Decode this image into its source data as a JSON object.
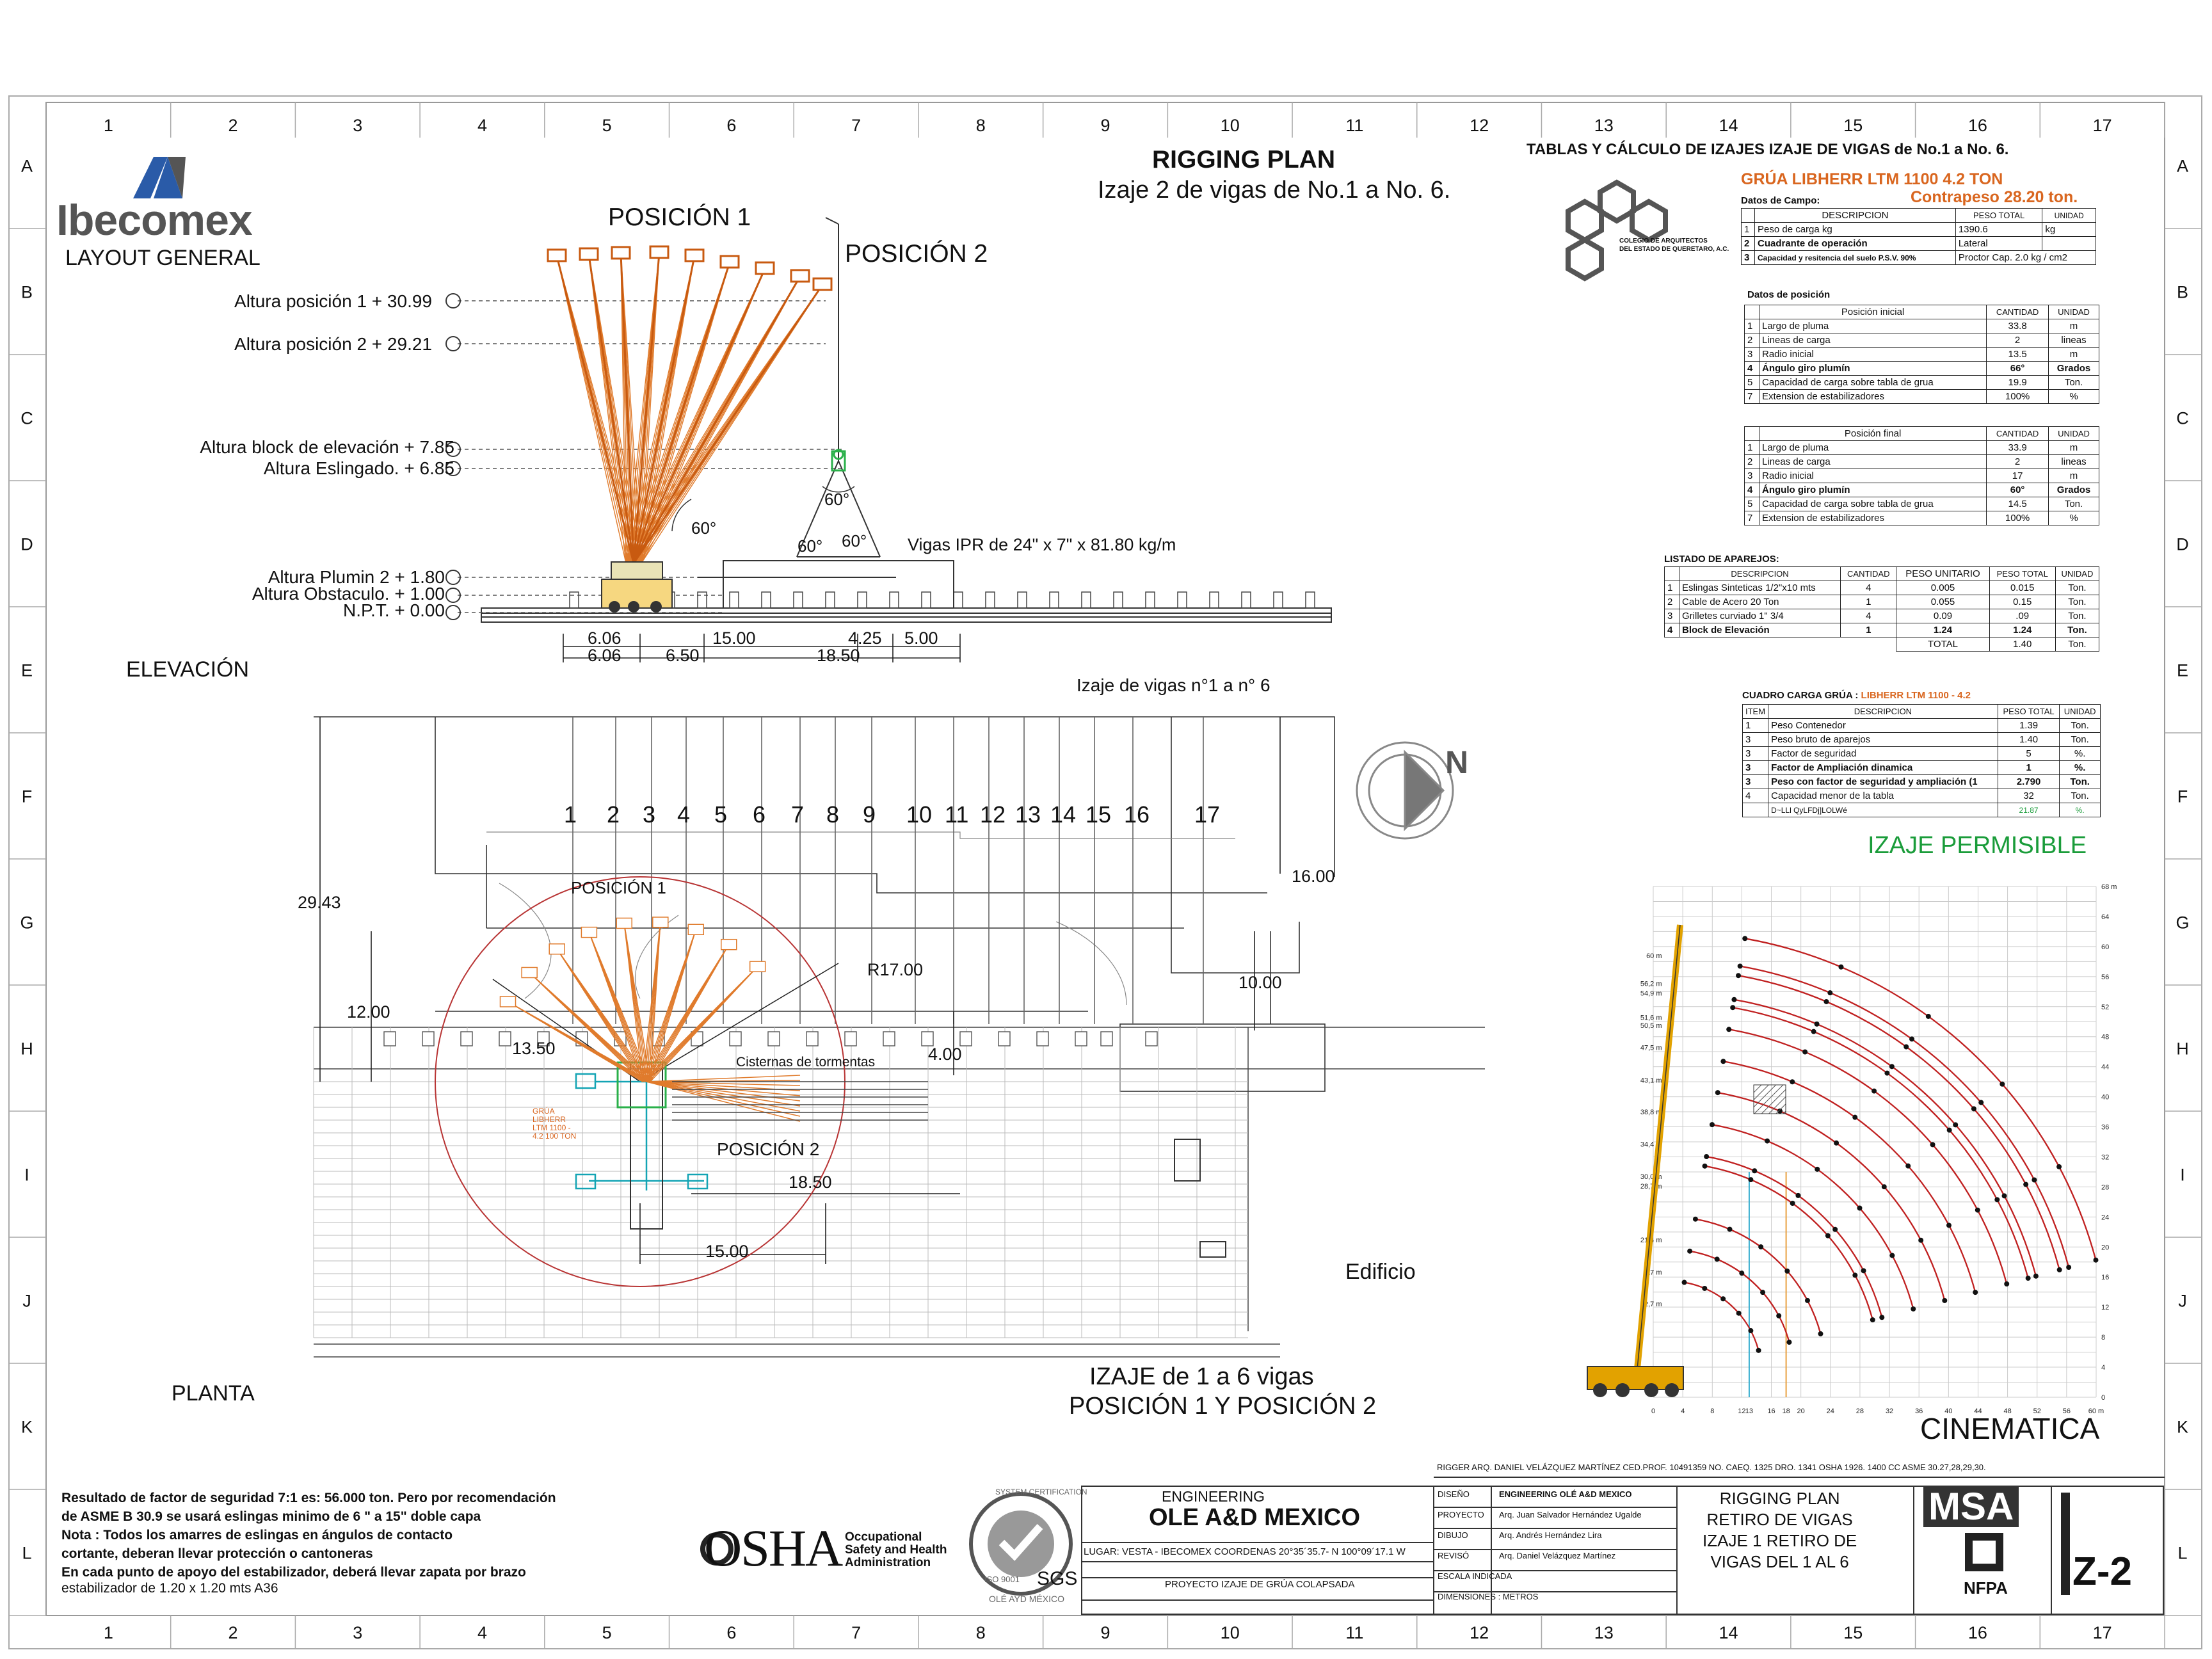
{
  "grid": {
    "cols": [
      "1",
      "2",
      "3",
      "4",
      "5",
      "6",
      "7",
      "8",
      "9",
      "10",
      "11",
      "12",
      "13",
      "14",
      "15",
      "16",
      "17"
    ],
    "rows": [
      "A",
      "B",
      "C",
      "D",
      "E",
      "F",
      "G",
      "H",
      "I",
      "J",
      "K",
      "L"
    ]
  },
  "header": {
    "title": "RIGGING PLAN",
    "subtitle": "Izaje 2 de vigas de No.1 a No. 6.",
    "brand": "Ibecomex",
    "layout": "LAYOUT GENERAL",
    "tables_title": "TABLAS Y CÁLCULO DE IZAJES IZAJE DE VIGAS  de No.1 a No. 6."
  },
  "elevation": {
    "label": "ELEVACIÓN",
    "pos1": "POSICIÓN 1",
    "pos2": "POSICIÓN 2",
    "levels": [
      "Altura posición 1 + 30.99",
      "Altura posición 2 + 29.21",
      "Altura block de elevación + 7.85",
      "Altura Eslingado. + 6.85",
      "Altura Plumin 2  + 1.80",
      "Altura Obstaculo. + 1.00",
      "N.P.T. + 0.00"
    ],
    "angles": [
      "60°",
      "60°",
      "60°",
      "60°"
    ],
    "beams": "Vigas IPR de 24\" x 7\" x 81.80 kg/m",
    "dims": [
      "6.06",
      "15.00",
      "4.25",
      "5.00",
      "6.06",
      "6.50",
      "18.50"
    ]
  },
  "plan": {
    "label": "PLANTA",
    "title": "Izaje de vigas n°1  a  n° 6",
    "beam_numbers": [
      "1",
      "2",
      "3",
      "4",
      "5",
      "6",
      "7",
      "8",
      "9",
      "10",
      "11",
      "12",
      "13",
      "14",
      "15",
      "16",
      "17"
    ],
    "pos1": "POSICIÓN 1",
    "pos2": "POSICIÓN 2",
    "cisterns": "Cisternas de tormentas",
    "dims": [
      "29.43",
      "16.00",
      "12.00",
      "10.00",
      "R17.00",
      "13.50",
      "4.00",
      "18.50",
      "15.00"
    ],
    "crane_label": "GRÚA LIBHERR LTM 1100 - 4.2 100 TON",
    "building": "Edificio",
    "north": "N",
    "bottom_title": [
      "IZAJE de 1 a 6 vigas",
      "POSICIÓN 1 Y POSICIÓN 2"
    ]
  },
  "crane": {
    "model": "GRÚA LIBHERR  LTM 1100 4.2 TON",
    "counterweight": "Contrapeso 28.20 ton."
  },
  "campo": {
    "label": "Datos de Campo:",
    "headers": [
      "DESCRIPCION",
      "PESO TOTAL",
      "UNIDAD"
    ],
    "rows": [
      [
        "1",
        "Peso de carga kg",
        "1390.6",
        "kg"
      ],
      [
        "2",
        "Cuadrante de operación",
        "Lateral",
        ""
      ],
      [
        "3",
        "Capacidad y resitencia del suelo  P.S.V.  90%",
        "Proctor Cap. 2.0 kg / cm2",
        ""
      ]
    ]
  },
  "posicion_label": "Datos de  posición",
  "pos_inicial": {
    "headers": [
      "Posición inicial",
      "CANTIDAD",
      "UNIDAD"
    ],
    "rows": [
      [
        "1",
        "Largo de pluma",
        "33.8",
        "m"
      ],
      [
        "2",
        "Lineas de carga",
        "2",
        "lineas"
      ],
      [
        "3",
        "Radio inicial",
        "13.5",
        "m"
      ],
      [
        "4",
        "Ángulo giro plumín",
        "66°",
        "Grados"
      ],
      [
        "5",
        "Capacidad de carga sobre tabla de grua",
        "19.9",
        "Ton."
      ],
      [
        "7",
        "Extension de estabilizadores",
        "100%",
        "%"
      ]
    ]
  },
  "pos_final": {
    "headers": [
      "Posición final",
      "CANTIDAD",
      "UNIDAD"
    ],
    "rows": [
      [
        "1",
        "Largo de pluma",
        "33.9",
        "m"
      ],
      [
        "2",
        "Lineas de carga",
        "2",
        "lineas"
      ],
      [
        "3",
        "Radio inicial",
        "17",
        "m"
      ],
      [
        "4",
        "Ángulo giro plumín",
        "60°",
        "Grados"
      ],
      [
        "5",
        "Capacidad de carga sobre tabla de grua",
        "14.5",
        "Ton."
      ],
      [
        "7",
        "Extension de estabilizadores",
        "100%",
        "%"
      ]
    ]
  },
  "aparejos": {
    "label": "LISTADO DE APAREJOS:",
    "headers": [
      "DESCRIPCION",
      "CANTIDAD",
      "PESO UNITARIO",
      "PESO TOTAL",
      "UNIDAD"
    ],
    "rows": [
      [
        "1",
        "Eslingas Sinteticas 1/2\"x10 mts",
        "4",
        "0.005",
        "0.015",
        "Ton."
      ],
      [
        "2",
        "Cable de Acero  20 Ton",
        "1",
        "0.055",
        "0.15",
        "Ton."
      ],
      [
        "3",
        "Grilletes curviado  1\" 3/4",
        "4",
        "0.09",
        ".09",
        "Ton."
      ],
      [
        "4",
        "Block de Elevación",
        "1",
        "1.24",
        "1.24",
        "Ton."
      ]
    ],
    "total_label": "TOTAL",
    "total": "1.40",
    "total_unit": "Ton."
  },
  "cuadro": {
    "label": "CUADRO CARGA GRÚA : ",
    "label_model": "LIBHERR LTM 1100 - 4.2",
    "headers": [
      "ITEM",
      "DESCRIPCION",
      "PESO TOTAL",
      "UNIDAD"
    ],
    "rows": [
      [
        "1",
        "Peso Contenedor",
        "1.39",
        "Ton."
      ],
      [
        "3",
        "Peso bruto de aparejos",
        "1.40",
        "Ton."
      ],
      [
        "3",
        "Factor de seguridad",
        "5",
        "%."
      ],
      [
        "3",
        "Factor de Ampliación dinamica",
        "1",
        "%."
      ],
      [
        "3",
        "Peso con factor de seguridad y ampliación (1",
        "2.790",
        "Ton."
      ],
      [
        "4",
        "Capacidad  menor de la tabla",
        "32",
        "Ton."
      ],
      [
        "",
        "D~LLl QyLFDj]LOLWé",
        "21.87",
        "%."
      ]
    ],
    "result": "IZAJE PERMISIBLE"
  },
  "cinematica": {
    "label": "CINEMATICA",
    "x_ticks": [
      "0",
      "4",
      "8",
      "12",
      "13",
      "16",
      "18",
      "20",
      "24",
      "28",
      "32",
      "36",
      "40",
      "44",
      "48",
      "52",
      "56",
      "60 m"
    ],
    "y_ticks": [
      "0",
      "4",
      "8",
      "12",
      "16",
      "20",
      "24",
      "28",
      "32",
      "36",
      "40",
      "44",
      "48",
      "52",
      "56",
      "60",
      "64",
      "68 m"
    ],
    "boom_labels": [
      "60 m",
      "56,2 m",
      "54,9 m",
      "51,6 m",
      "50,5 m",
      "47,5 m",
      "43,1 m",
      "38,8 m",
      "34,4 m",
      "30,0 m",
      "28,7 m",
      "21,4 m",
      "17 m",
      "12,7 m"
    ]
  },
  "titleblock": {
    "rigger": "RIGGER   ARQ. DANIEL VELÁZQUEZ MARTÍNEZ    CED.PROF. 10491359     NO. CAEQ. 1325     DRO. 1341     OSHA 1926. 1400 CC     ASME 30.27,28,29,30.",
    "engineering": "ENGINEERING",
    "company": "OLE A&D MEXICO",
    "lugar": "LUGAR: VESTA - IBECOMEX COORDENAS 20°35´35.7- N 100°09´17.1 W",
    "proyecto": "PROYECTO IZAJE DE GRÚA COLAPSADA",
    "rows": [
      [
        "DISEÑO",
        "ENGINEERING OLÉ A&D MEXICO"
      ],
      [
        "PROYECTO",
        "Arq. Juan Salvador Hernández Ugalde"
      ],
      [
        "DIBUJO",
        "Arq. Andrés Hernández  Lira"
      ],
      [
        "REVISÓ",
        "Arq. Daniel Velázquez Martínez"
      ],
      [
        "ESCALA  INDICADA",
        ""
      ],
      [
        "DIMENSIONES : METROS",
        ""
      ]
    ],
    "plan_name": [
      "RIGGING PLAN",
      "RETIRO DE VIGAS",
      "IZAJE 1 RETIRO DE",
      "VIGAS DEL 1 AL 6"
    ],
    "msa": "MSA",
    "nfpa": "NFPA",
    "sheet": "Z-2",
    "osha": "OSHA",
    "osha_sub": [
      "Occupational",
      "Safety and Health",
      "Administration"
    ],
    "sgs": "SGS",
    "iso": "ISO 9001",
    "cert": "SYSTEM CERTIFICATION",
    "ole": "OLÉ AYD MÉXICO",
    "college": [
      "COLEGIO DE ARQUITECTOS",
      "DEL ESTADO DE QUERETARO, A.C."
    ]
  },
  "notes": [
    "Resultado de factor de seguridad 7:1 es: 56.000 ton.  Pero por recomendación",
    "de ASME B 30.9 se usará eslingas minimo de 6 \"  a  15\" doble capa",
    "Nota : Todos los amarres de eslingas en ángulos de contacto",
    "cortante, deberan llevar protección o cantoneras",
    "En cada punto de apoyo del estabilizador, deberá llevar zapata por brazo"
  ],
  "note_last": "estabilizador de 1.20 x 1.20 mts A36"
}
